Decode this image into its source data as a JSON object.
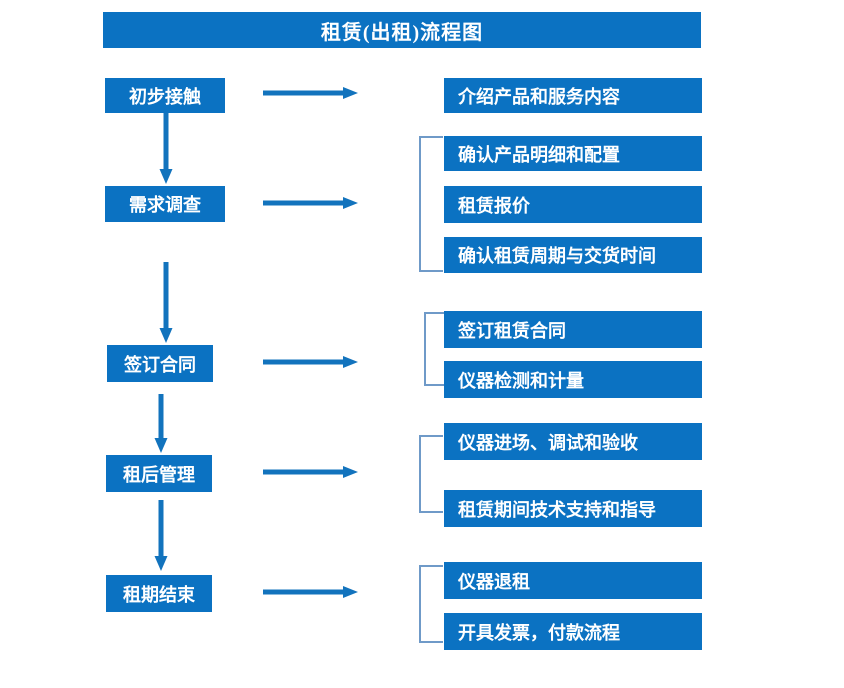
{
  "title": {
    "text": "租赁(出租)流程图"
  },
  "colors": {
    "box_fill": "#0b72c2",
    "box_text": "#ffffff",
    "arrow": "#1273bd",
    "bracket": "#6f9ac8",
    "background": "#ffffff"
  },
  "stages": [
    {
      "id": "stage-1",
      "label": "初步接触"
    },
    {
      "id": "stage-2",
      "label": "需求调查"
    },
    {
      "id": "stage-3",
      "label": "签订合同"
    },
    {
      "id": "stage-4",
      "label": "租后管理"
    },
    {
      "id": "stage-5",
      "label": "租期结束"
    }
  ],
  "details": [
    {
      "id": "detail-1",
      "label": "介绍产品和服务内容"
    },
    {
      "id": "detail-2",
      "label": "确认产品明细和配置"
    },
    {
      "id": "detail-3",
      "label": "租赁报价"
    },
    {
      "id": "detail-4",
      "label": "确认租赁周期与交货时间"
    },
    {
      "id": "detail-5",
      "label": "签订租赁合同"
    },
    {
      "id": "detail-6",
      "label": "仪器检测和计量"
    },
    {
      "id": "detail-7",
      "label": "仪器进场、调试和验收"
    },
    {
      "id": "detail-8",
      "label": "租赁期间技术支持和指导"
    },
    {
      "id": "detail-9",
      "label": "仪器退租"
    },
    {
      "id": "detail-10",
      "label": "开具发票，付款流程"
    }
  ],
  "connectors": {
    "horizontal_arrows": 5,
    "vertical_arrows": 4,
    "brackets": 4
  },
  "icons": {
    "arrow_right": "right-arrow-icon",
    "arrow_down": "down-arrow-icon",
    "bracket": "group-bracket-icon"
  }
}
